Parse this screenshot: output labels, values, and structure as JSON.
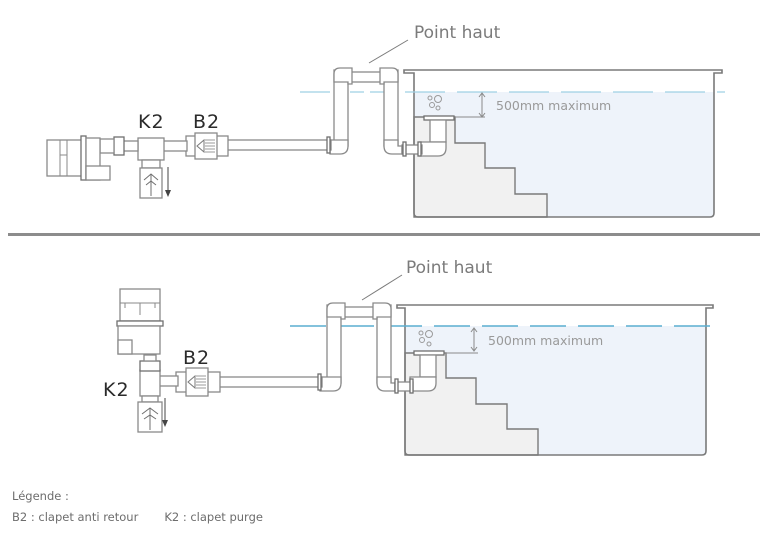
{
  "diagrams": [
    {
      "id": "top",
      "pump_orientation": "horizontal",
      "labels": {
        "high_point": "Point haut",
        "depth_limit": "500mm maximum",
        "purge_valve": "K2",
        "check_valve": "B2"
      },
      "water_line_style": "faint-dashed"
    },
    {
      "id": "bottom",
      "pump_orientation": "vertical",
      "labels": {
        "high_point": "Point haut",
        "depth_limit": "500mm maximum",
        "purge_valve": "K2",
        "check_valve": "B2"
      },
      "water_line_style": "dashed"
    }
  ],
  "colors": {
    "water_line": "#5aaed0",
    "water_fill": "#eef3fa",
    "stair_fill": "#f1f1f1",
    "outline": "#7a7a7a",
    "divider": "#8c8c8c"
  },
  "legend": {
    "title": "Légende :",
    "items": [
      {
        "code": "B2",
        "text": "B2 : clapet anti retour"
      },
      {
        "code": "K2",
        "text": "K2 : clapet purge"
      }
    ]
  }
}
